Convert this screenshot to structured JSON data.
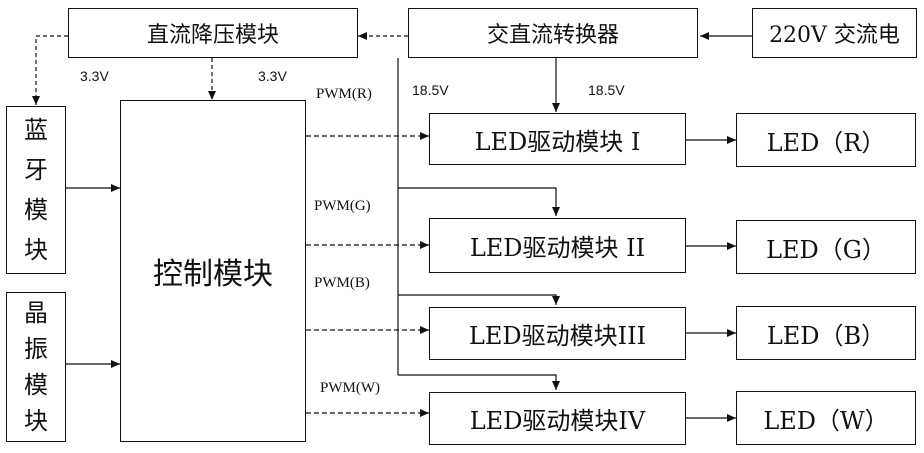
{
  "blocks": {
    "dc_buck": "直流降压模块",
    "ac_dc": "交直流转换器",
    "ac_in": "220V 交流电",
    "bluetooth": [
      "蓝",
      "牙",
      "模",
      "块"
    ],
    "crystal": [
      "晶",
      "振",
      "模",
      "块"
    ],
    "controller": "控制模块",
    "drivers": [
      "LED驱动模块 I",
      "LED驱动模块 II",
      "LED驱动模块III",
      "LED驱动模块IV"
    ],
    "leds": [
      "LED（R）",
      "LED（G）",
      "LED（B）",
      "LED（W）"
    ]
  },
  "labels": {
    "v33_left": "3.3V",
    "v33_mid": "3.3V",
    "v185_left": "18.5V",
    "v185_right": "18.5V",
    "pwm": [
      "PWM(R)",
      "PWM(G)",
      "PWM(B)",
      "PWM(W)"
    ]
  },
  "colors": {
    "line": "#111111",
    "background": "#ffffff"
  }
}
